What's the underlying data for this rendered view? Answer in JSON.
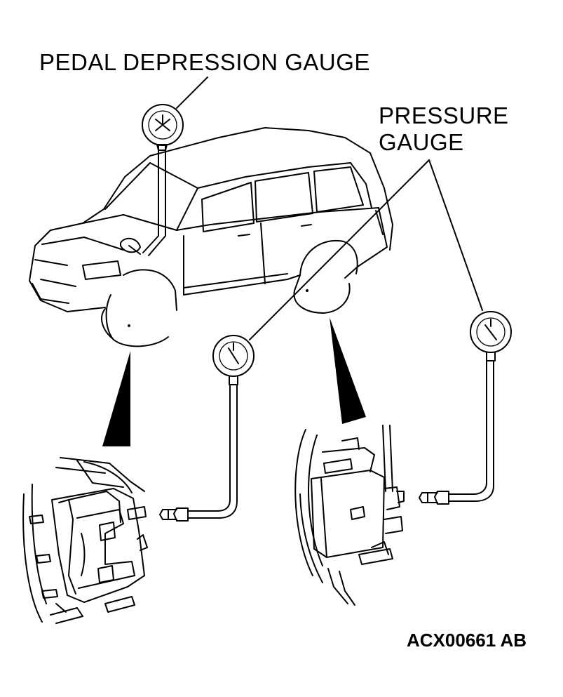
{
  "labels": {
    "pedal_gauge": "PEDAL DEPRESSION GAUGE",
    "pressure_gauge_line1": "PRESSURE",
    "pressure_gauge_line2": "GAUGE",
    "figure_code": "ACX00661 AB"
  },
  "colors": {
    "line": "#000000",
    "background": "#ffffff"
  }
}
